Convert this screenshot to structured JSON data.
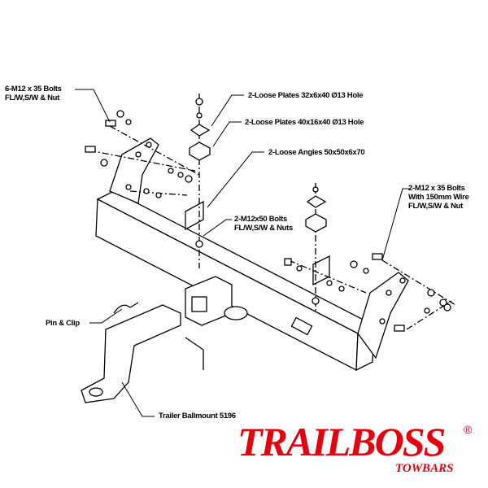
{
  "labels": {
    "bolts_left_1": "6-M12 x 35 Bolts",
    "bolts_left_2": "FL/W,S/W & Nut",
    "plates_small": "2-Loose Plates 32x6x40 Ø13 Hole",
    "plates_large": "2-Loose Plates 40x16x40 Ø13 Hole",
    "angles": "2-Loose Angles 50x50x6x70",
    "bolts_mid_1": "2-M12x50 Bolts",
    "bolts_mid_2": "FL/W,S/W & Nuts",
    "bolts_right_1": "2-M12 x 35 Bolts",
    "bolts_right_2": "With 150mm Wire",
    "bolts_right_3": "FL/W,S/W & Nut",
    "pin_clip": "Pin & Clip",
    "ballmount": "Trailer Ballmount 5196"
  },
  "logo": {
    "brand": "TRAILBOSS",
    "sub": "TOWBARS",
    "reg": "®",
    "color": "#e3000f"
  }
}
